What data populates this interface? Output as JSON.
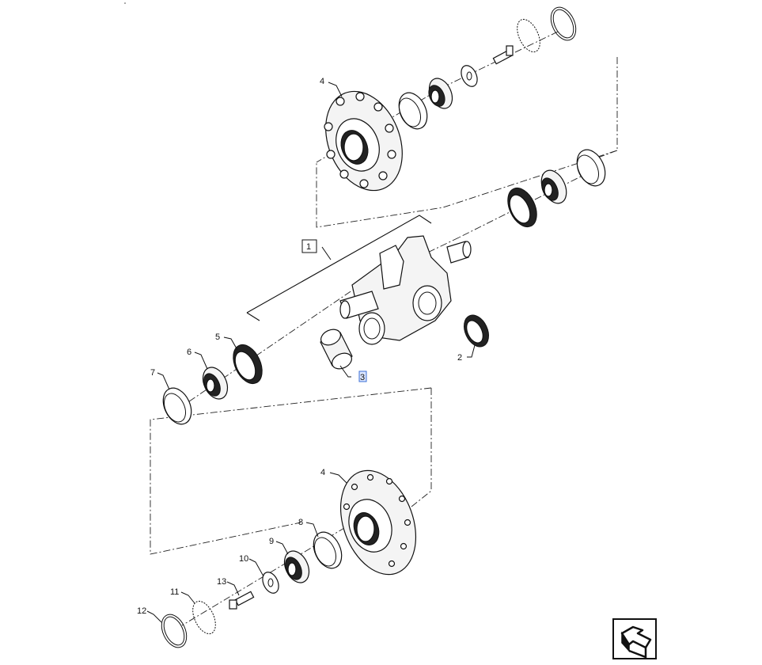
{
  "callouts": {
    "c1": "1",
    "c2": "2",
    "c3": "3",
    "c4_top": "4",
    "c4_bottom": "4",
    "c5": "5",
    "c6": "6",
    "c7": "7",
    "c8": "8",
    "c9": "9",
    "c10": "10",
    "c11": "11",
    "c12": "12",
    "c13": "13"
  },
  "highlighted_callout": "3",
  "icons": {
    "orientation": "arrow-orientation-icon"
  },
  "colors": {
    "line": "#111111",
    "highlight_fill": "#dbe6ff",
    "highlight_stroke": "#3b6fd6"
  }
}
